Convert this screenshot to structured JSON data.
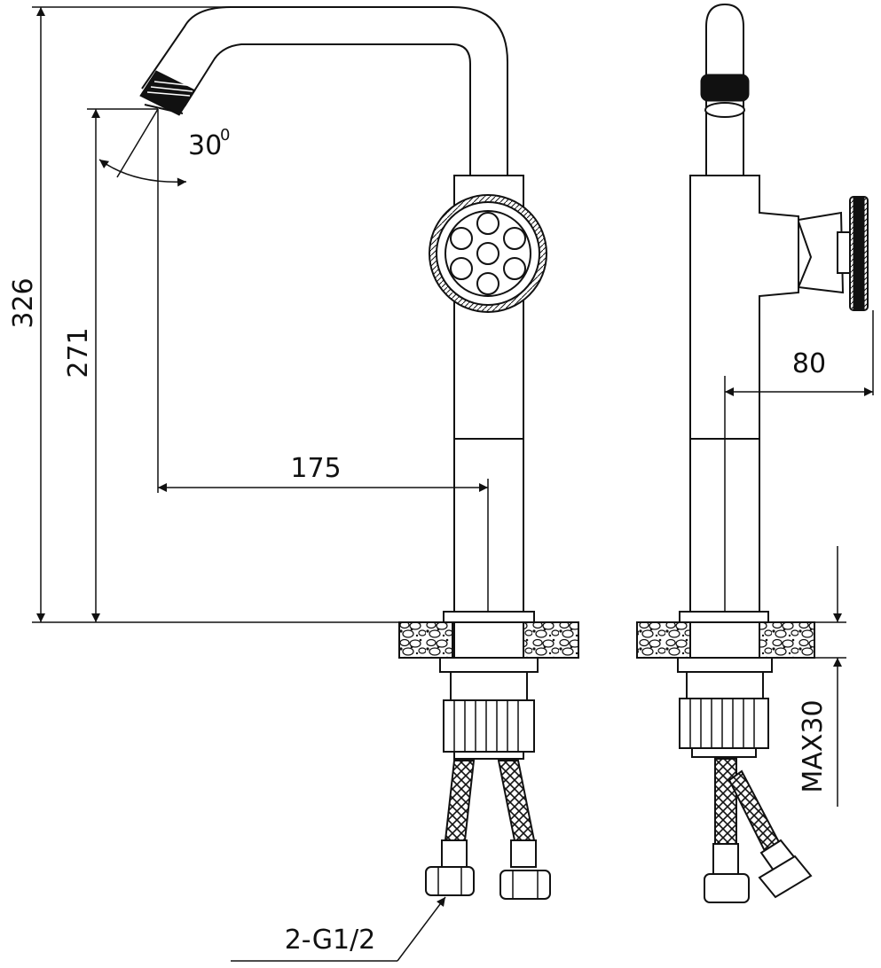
{
  "dimensions": {
    "total_height": "326",
    "spout_height": "271",
    "spout_reach": "175",
    "spout_angle": "30",
    "spout_angle_unit": "0",
    "handle_offset": "80",
    "max_thickness": "MAX30",
    "connection": "2-G1/2"
  }
}
